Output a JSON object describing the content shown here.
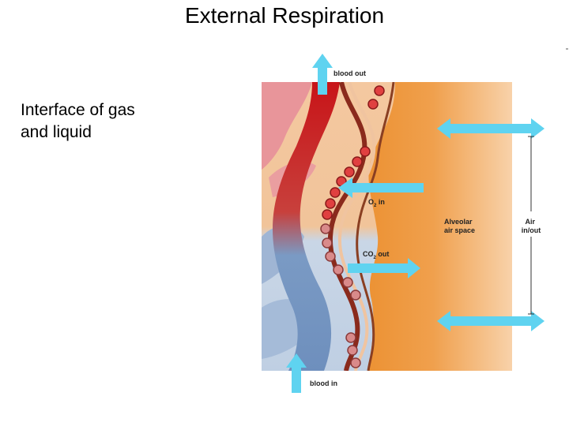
{
  "slide": {
    "title": "External Respiration",
    "side_text_line1": "Interface of gas",
    "side_text_line2": "and liquid"
  },
  "diagram": {
    "labels": {
      "blood_out": "blood out",
      "blood_in": "blood in",
      "o2_prefix": "O",
      "o2_sub": "2",
      "o2_suffix": " in",
      "co2_prefix": "CO",
      "co2_sub": "2",
      "co2_suffix": " out",
      "alveolar_line1": "Alveolar",
      "alveolar_line2": "air space",
      "air_line1": "Air",
      "air_line2": "in/out"
    },
    "colors": {
      "arrow": "#5fd3f0",
      "oxygenated_blood": "#d42020",
      "deoxygenated_blood": "#7f9fc6",
      "alveolar_air_dark": "#ef9a3c",
      "alveolar_air_light": "#f7d0a6",
      "tissue": "#f1c595"
    }
  }
}
